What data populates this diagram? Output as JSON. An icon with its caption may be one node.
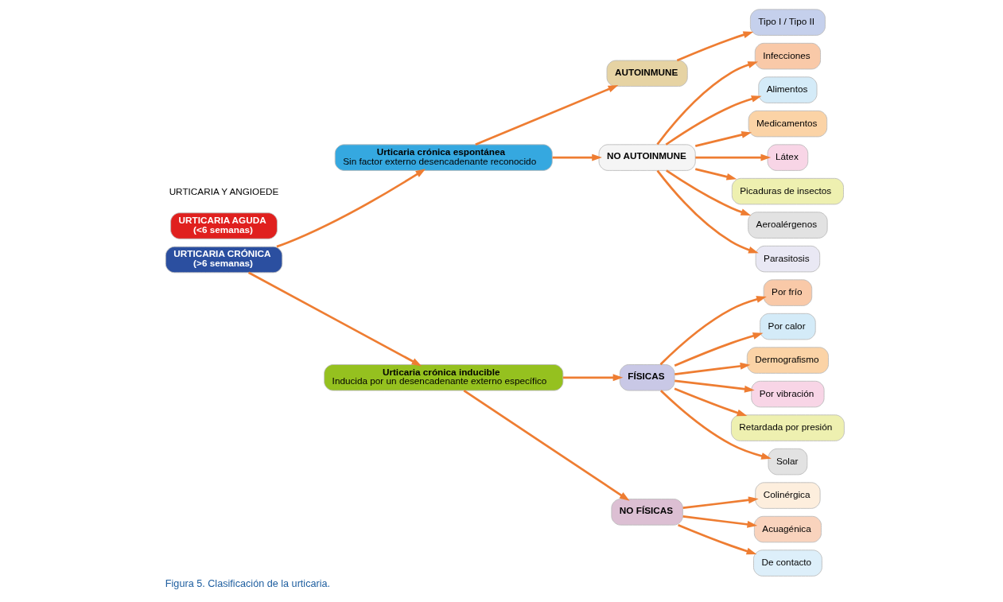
{
  "diagram": {
    "caption": "Figura 5. Clasificación de la urticaria.",
    "nodes": [
      {
        "text": [
          "URTICARIA AGUDA",
          "(<6 semanas)"
        ]
      },
      {
        "text": [
          "URTICARIA CRÓNICA",
          "(>6 semanas)"
        ]
      },
      {
        "text": [
          "Urticaria crónica espontánea",
          "Sin factor externo desencadenante reconocido"
        ]
      },
      {
        "text": [
          "Urticaria crónica inducible",
          "Inducida por un desencadenante externo específico"
        ]
      },
      {
        "text": [
          "AUTOINMUNE"
        ]
      },
      {
        "text": [
          "NO AUTOINMUNE"
        ]
      },
      {
        "text": [
          "Tipo I / Tipo II"
        ]
      },
      {
        "text": [
          "Infecciones"
        ]
      },
      {
        "text": [
          "Alimentos"
        ]
      },
      {
        "text": [
          "Medicamentos"
        ]
      },
      {
        "text": [
          "Látex"
        ]
      },
      {
        "text": [
          "Picaduras de insectos"
        ]
      },
      {
        "text": [
          "Aeroalérgenos"
        ]
      },
      {
        "text": [
          "Parasitosis"
        ]
      },
      {
        "text": [
          "FÍSICAS"
        ]
      },
      {
        "text": [
          "NO FÍSICAS"
        ]
      },
      {
        "text": [
          "Por frío"
        ]
      },
      {
        "text": [
          "Por calor"
        ]
      },
      {
        "text": [
          "Dermografismo"
        ]
      },
      {
        "text": [
          "Por vibración"
        ]
      },
      {
        "text": [
          "Retardada por presión"
        ]
      },
      {
        "text": [
          "Solar"
        ]
      },
      {
        "text": [
          "Colinérgica"
        ]
      },
      {
        "text": [
          "Acuagénica"
        ]
      },
      {
        "text": [
          "De contacto"
        ]
      }
    ],
    "edges": [
      {
        "from": 1,
        "to": 2,
        "arrow": "to"
      },
      {
        "from": 1,
        "to": 3,
        "arrow": "to"
      },
      {
        "from": 2,
        "to": 4,
        "arrow": "to"
      },
      {
        "from": 2,
        "to": 5,
        "arrow": "to"
      },
      {
        "from": 4,
        "to": 6,
        "arrow": "to"
      },
      {
        "from": 5,
        "to": 7,
        "arrow": "to"
      },
      {
        "from": 5,
        "to": 8,
        "arrow": "to"
      },
      {
        "from": 5,
        "to": 9,
        "arrow": "to"
      },
      {
        "from": 5,
        "to": 10,
        "arrow": "to"
      },
      {
        "from": 5,
        "to": 11,
        "arrow": "to"
      },
      {
        "from": 5,
        "to": 12,
        "arrow": "to"
      },
      {
        "from": 5,
        "to": 13,
        "arrow": "to"
      },
      {
        "from": 3,
        "to": 14,
        "arrow": "to"
      },
      {
        "from": 3,
        "to": 15,
        "arrow": "to"
      },
      {
        "from": 14,
        "to": 16,
        "arrow": "to"
      },
      {
        "from": 14,
        "to": 17,
        "arrow": "to"
      },
      {
        "from": 14,
        "to": 18,
        "arrow": "to"
      },
      {
        "from": 14,
        "to": 19,
        "arrow": "to"
      },
      {
        "from": 14,
        "to": 20,
        "arrow": "to"
      },
      {
        "from": 14,
        "to": 21,
        "arrow": "to"
      },
      {
        "from": 15,
        "to": 22,
        "arrow": "to"
      },
      {
        "from": 15,
        "to": 23,
        "arrow": "to"
      },
      {
        "from": 15,
        "to": 24,
        "arrow": "to"
      }
    ],
    "labels": [
      "URTICARIA Y ANGIOEDE"
    ]
  }
}
